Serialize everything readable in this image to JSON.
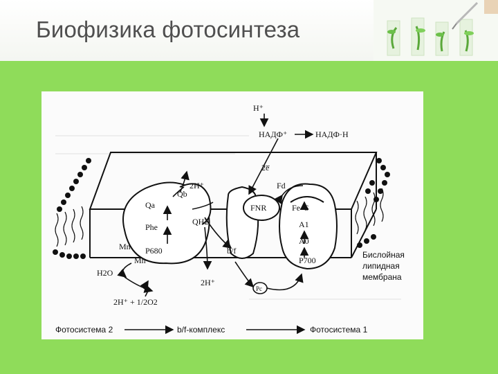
{
  "slide": {
    "title": "Биофизика фотосинтеза"
  },
  "diagram": {
    "labels": {
      "h_plus_top": "H⁺",
      "nadp": "НАДФ⁺",
      "nadph": "НАДФ·Н",
      "two_e": "2e̅",
      "fd": "Fd",
      "two_h_plus_upper": "2H⁺",
      "qb": "Qb",
      "qa": "Qa",
      "phe": "Phe",
      "mn": "Mn",
      "mn2": "Mn",
      "p680": "P680",
      "qh2": "QH2",
      "fnr": "FNR",
      "bf": "b/f",
      "fe_s": "Fe–S",
      "a1": "A1",
      "a0": "A0",
      "p700": "P700",
      "h2o": "H2O",
      "two_h_plus_lower": "2H⁺",
      "pc": "Pc",
      "o2_eq": "2H⁺ + 1/2O2",
      "membrane_1": "Бислойная",
      "membrane_2": "липидная",
      "membrane_3": "мембрана",
      "ps2": "Фотосистема 2",
      "bf_complex": "b/f-комплекс",
      "ps1": "Фотосистема 1"
    }
  },
  "colors": {
    "panel": "#8fdc5a",
    "title": "#4f4f4f"
  }
}
